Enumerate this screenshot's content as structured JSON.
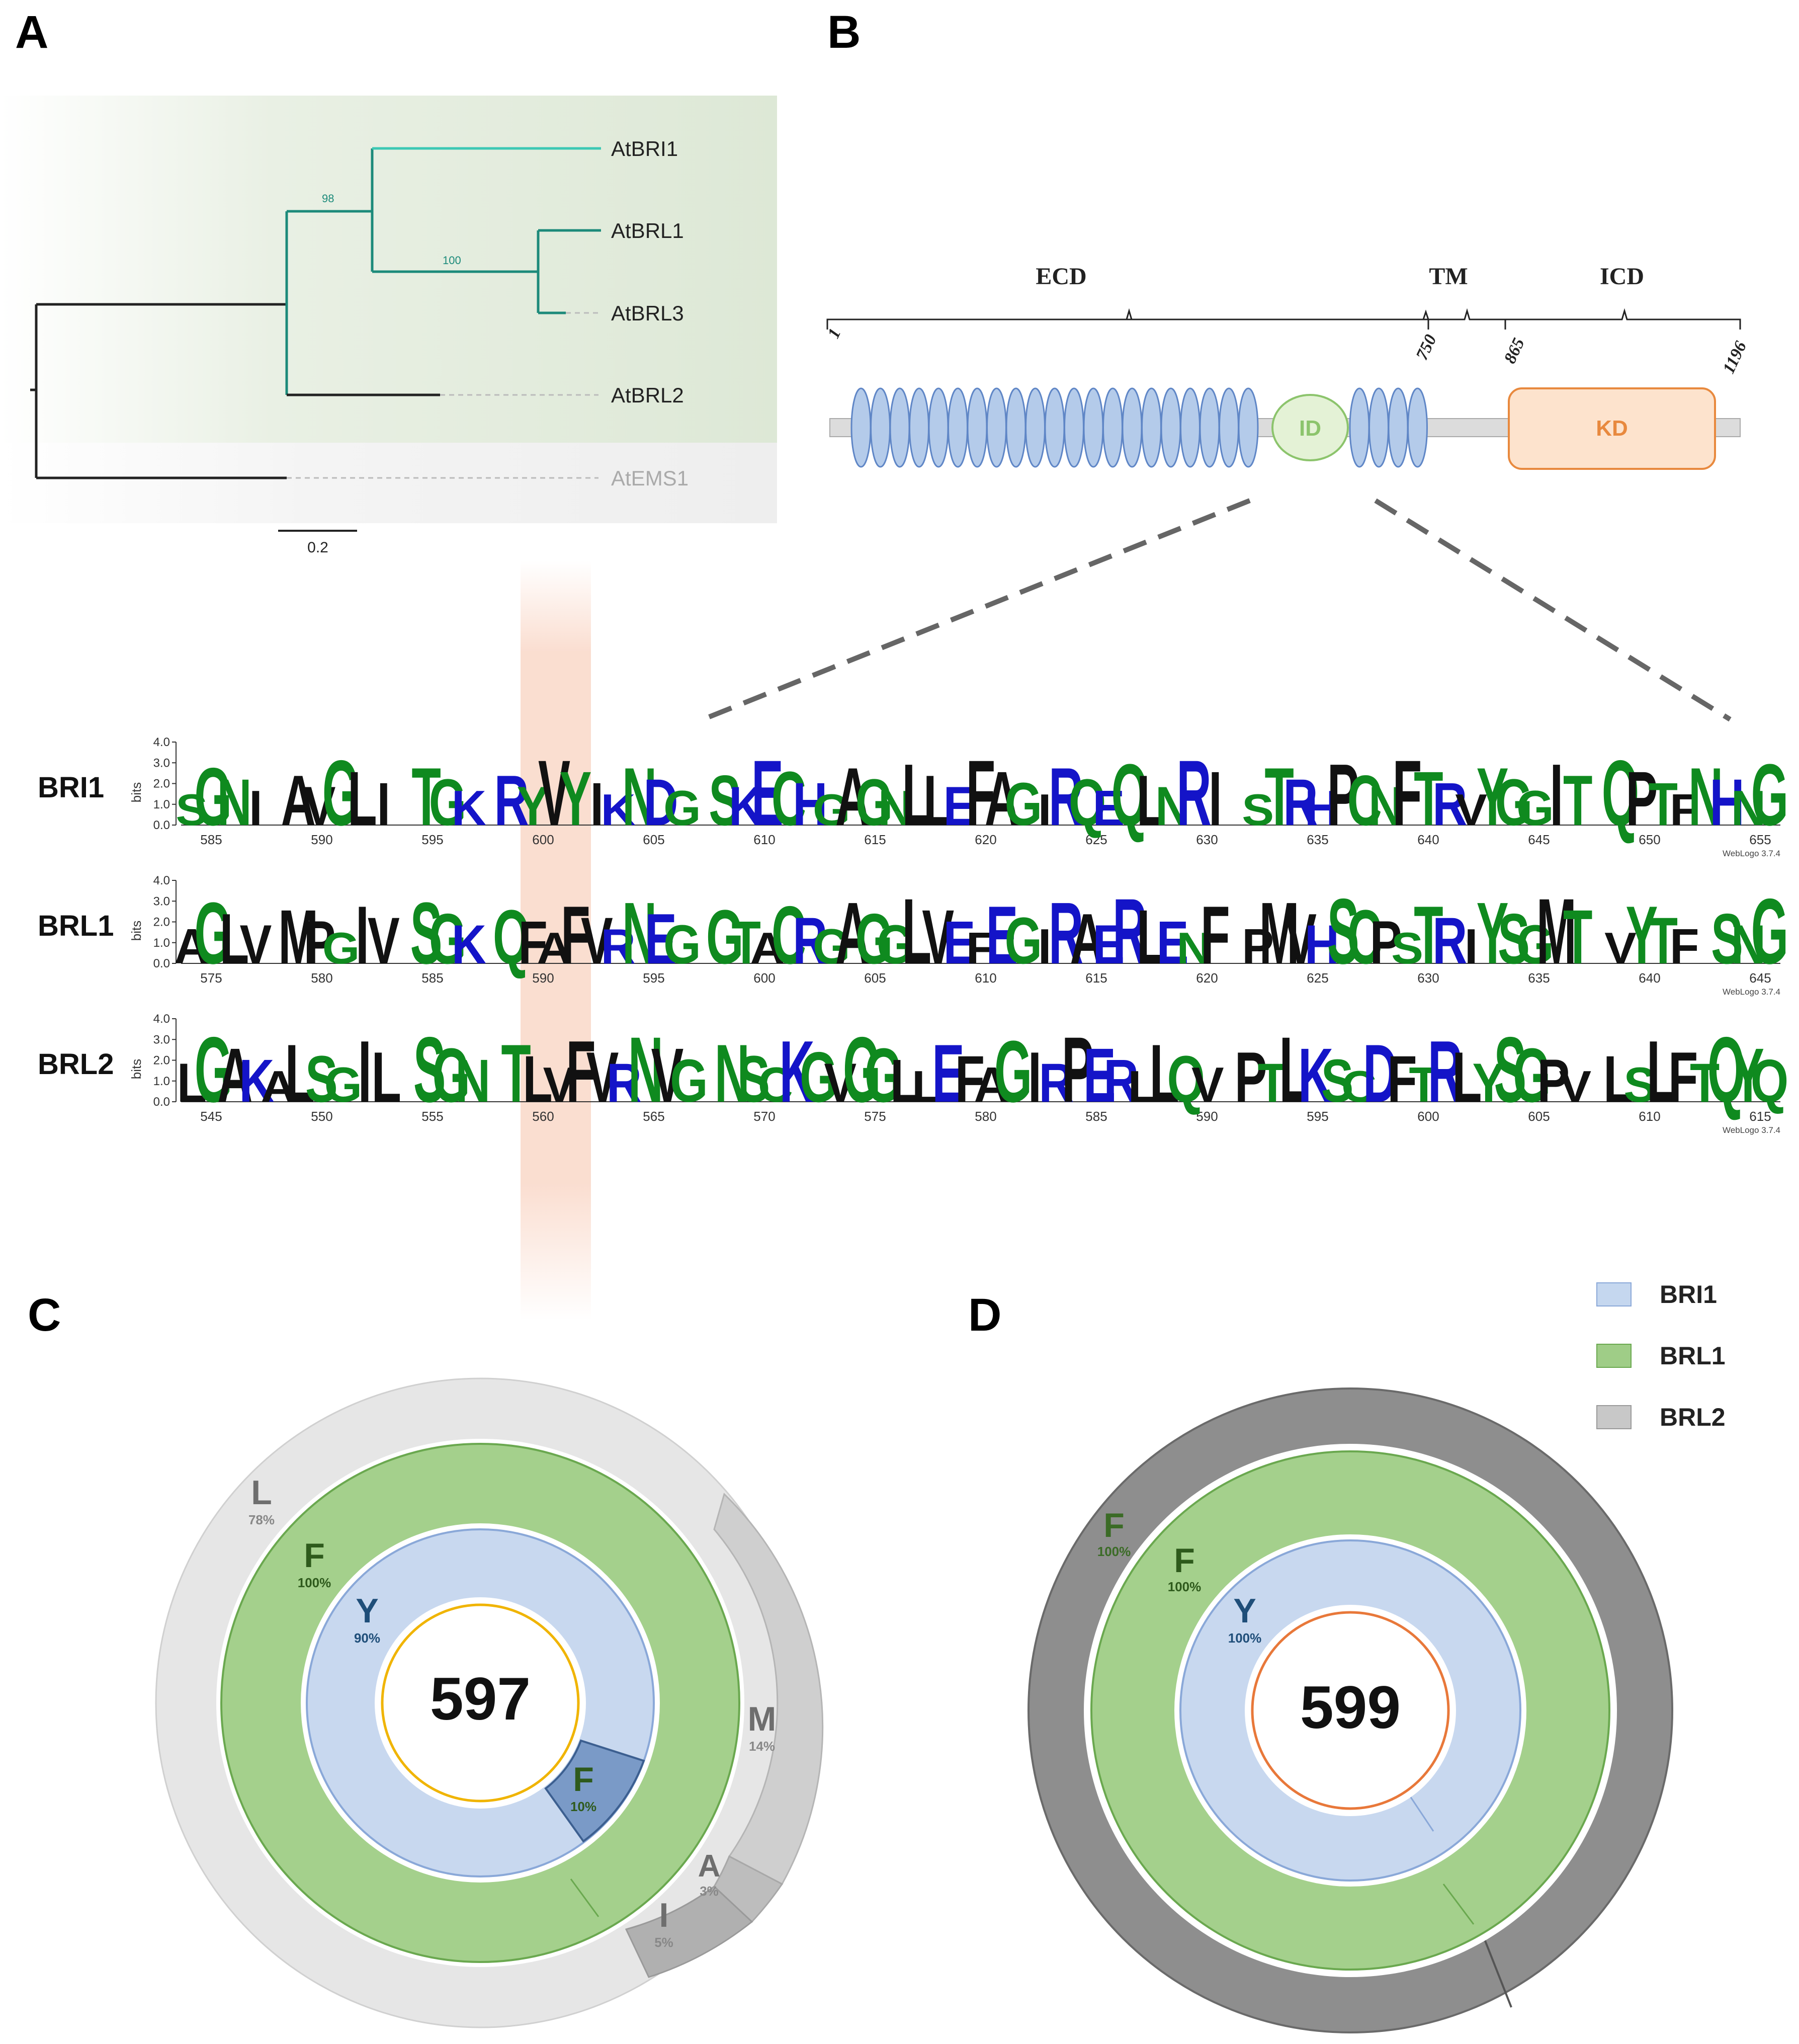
{
  "panels": {
    "a": "A",
    "b": "B",
    "c": "C",
    "d": "D"
  },
  "tree": {
    "leaves": [
      "AtBRI1",
      "AtBRL1",
      "AtBRL3",
      "AtBRL2",
      "AtEMS1"
    ],
    "bootstrap": [
      "98",
      "100"
    ],
    "scale_label": "0.2",
    "colors": {
      "clade": "#1c8a7a",
      "bri1": "#3cc8b4",
      "outgroup": "#222222",
      "ems1_label": "#aaaaaa",
      "clade_bg": "#e4ecde"
    }
  },
  "domain": {
    "regions": [
      "ECD",
      "TM",
      "ICD"
    ],
    "positions": [
      "1",
      "750",
      "865",
      "1196"
    ],
    "id_label": "ID",
    "kd_label": "KD",
    "colors": {
      "lrr": "#b4cbea",
      "lrr_stroke": "#5f86c6",
      "id": "#e4f2d6",
      "id_stroke": "#8cc46c",
      "kd": "#fde3cd",
      "kd_stroke": "#e8893e",
      "backbone": "#dcdcdc"
    }
  },
  "logos": {
    "ylabel": "bits",
    "yticks": [
      "0.0",
      "1.0",
      "2.0",
      "3.0",
      "4.0"
    ],
    "credit": "WebLogo 3.7.4",
    "rows": [
      {
        "name": "BRI1",
        "xticks": [
          "585",
          "590",
          "595",
          "600",
          "605",
          "610",
          "615",
          "620",
          "625",
          "630",
          "635",
          "640",
          "645",
          "650",
          "655"
        ],
        "seq": "SGNI AVGLI TGK RYVYIKNDG SKECHGAGNLLEFAGIRQEQLNRI STRHPCNFTRVYGGIT QPTFNHNG"
      },
      {
        "name": "BRL1",
        "xticks": [
          "575",
          "580",
          "585",
          "590",
          "595",
          "600",
          "605",
          "610",
          "615",
          "620",
          "625",
          "630",
          "635",
          "640",
          "645"
        ],
        "seq": "AGLV MPGIV SGK QFAFVRNEG GTACRGAGGLVEFEGIRAERLENF PMVHSCPSTRIYSGMT VYTF SNG"
      },
      {
        "name": "BRL2",
        "xticks": [
          "545",
          "550",
          "555",
          "560",
          "565",
          "570",
          "575",
          "580",
          "585",
          "590",
          "595",
          "600",
          "605",
          "610",
          "615"
        ],
        "seq": "LGAKALSGIL SGN TLVFVRNVG NSCKGVGGLLEFAGIRPERLLQV PTLKSCDFTRLYSGPV LSLFTQYQ"
      }
    ],
    "colors": {
      "green": "#0f8a1f",
      "blue": "#1414c8",
      "black": "#111111",
      "highlight": "#f2a07a"
    }
  },
  "legend": {
    "items": [
      {
        "label": "BRI1",
        "color": "#c5d7ef"
      },
      {
        "label": "BRL1",
        "color": "#9fcd87"
      },
      {
        "label": "BRL2",
        "color": "#c8c8c8"
      }
    ]
  },
  "donut_c": {
    "center": "597",
    "rings": [
      {
        "name": "BRI1",
        "segments": [
          {
            "aa": "Y",
            "pct": "90%"
          },
          {
            "aa": "F",
            "pct": "10%"
          }
        ]
      },
      {
        "name": "BRL1",
        "segments": [
          {
            "aa": "F",
            "pct": "100%"
          }
        ]
      },
      {
        "name": "BRL2",
        "segments": [
          {
            "aa": "L",
            "pct": "78%"
          },
          {
            "aa": "M",
            "pct": "14%"
          },
          {
            "aa": "A",
            "pct": "3%"
          },
          {
            "aa": "I",
            "pct": "5%"
          }
        ]
      }
    ]
  },
  "donut_d": {
    "center": "599",
    "rings": [
      {
        "name": "BRI1",
        "segments": [
          {
            "aa": "Y",
            "pct": "100%"
          }
        ]
      },
      {
        "name": "BRL1",
        "segments": [
          {
            "aa": "F",
            "pct": "100%"
          }
        ]
      },
      {
        "name": "BRL2",
        "segments": [
          {
            "aa": "F",
            "pct": "100%"
          }
        ]
      }
    ]
  }
}
